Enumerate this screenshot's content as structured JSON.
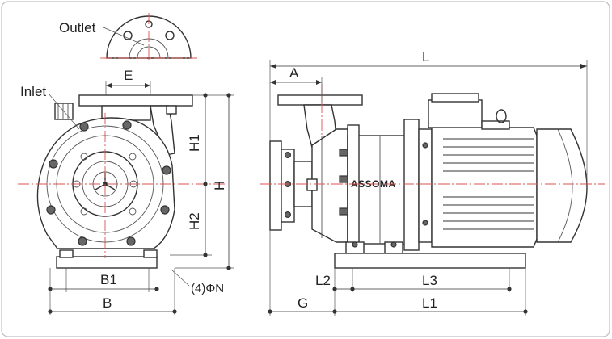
{
  "labels": {
    "outlet": "Outlet",
    "inlet": "Inlet",
    "E": "E",
    "H1": "H1",
    "H2": "H2",
    "H": "H",
    "B1": "B1",
    "B": "B",
    "N": "(4)ΦN",
    "L": "L",
    "A": "A",
    "L2": "L2",
    "L3": "L3",
    "G": "G",
    "L1": "L1",
    "brand": "ASSOMA"
  }
}
